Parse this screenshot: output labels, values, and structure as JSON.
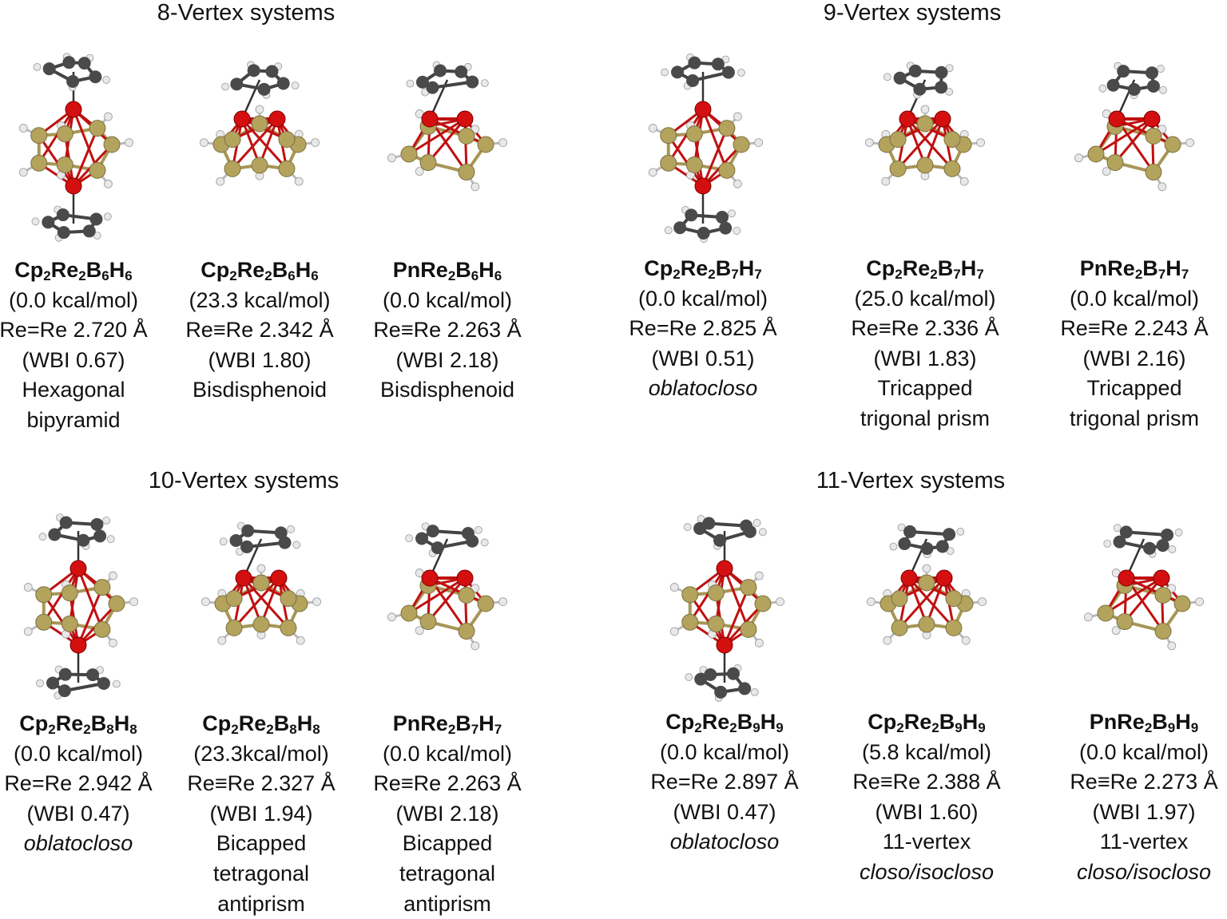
{
  "colors": {
    "rhenium": "#d40f0f",
    "boron": "#b3a35c",
    "carbon": "#4a4a4a",
    "hydrogen": "#e8e8e8",
    "rere_bond": "#c01010",
    "cage_bond": "#a89656"
  },
  "sections": [
    {
      "title": "8-Vertex systems",
      "molecules": [
        {
          "formula": [
            "Cp",
            "2",
            "Re",
            "2",
            "B",
            "6",
            "H",
            "6"
          ],
          "energy": "(0.0 kcal/mol)",
          "bond": "Re=Re  2.720 Å",
          "wbi": "(WBI 0.67)",
          "shape": [
            "Hexagonal",
            "bipyramid"
          ],
          "italic": false
        },
        {
          "formula": [
            "Cp",
            "2",
            "Re",
            "2",
            "B",
            "6",
            "H",
            "6"
          ],
          "energy": "(23.3 kcal/mol)",
          "bond": "Re≡Re  2.342 Å",
          "wbi": "(WBI 1.80)",
          "shape": [
            "Bisdisphenoid"
          ],
          "italic": false
        },
        {
          "formula": [
            "PnRe",
            "2",
            "B",
            "6",
            "H",
            "6"
          ],
          "energy": "(0.0 kcal/mol)",
          "bond": "Re≡Re  2.263 Å",
          "wbi": "(WBI 2.18)",
          "shape": [
            "Bisdisphenoid"
          ],
          "italic": false
        }
      ]
    },
    {
      "title": "9-Vertex systems",
      "molecules": [
        {
          "formula": [
            "Cp",
            "2",
            "Re",
            "2",
            "B",
            "7",
            "H",
            "7"
          ],
          "energy": "(0.0 kcal/mol)",
          "bond": "Re=Re  2.825 Å",
          "wbi": "(WBI 0.51)",
          "shape": [
            "oblatocloso"
          ],
          "italic": true
        },
        {
          "formula": [
            "Cp",
            "2",
            "Re",
            "2",
            "B",
            "7",
            "H",
            "7"
          ],
          "energy": "(25.0 kcal/mol)",
          "bond": "Re≡Re  2.336 Å",
          "wbi": "(WBI 1.83)",
          "shape": [
            "Tricapped",
            "trigonal prism"
          ],
          "italic": false
        },
        {
          "formula": [
            "PnRe",
            "2",
            "B",
            "7",
            "H",
            "7"
          ],
          "energy": "(0.0 kcal/mol)",
          "bond": "Re≡Re  2.243 Å",
          "wbi": "(WBI 2.16)",
          "shape": [
            "Tricapped",
            "trigonal prism"
          ],
          "italic": false
        }
      ]
    },
    {
      "title": "10-Vertex systems",
      "molecules": [
        {
          "formula": [
            "Cp",
            "2",
            "Re",
            "2",
            "B",
            "8",
            "H",
            "8"
          ],
          "energy": "(0.0 kcal/mol)",
          "bond": "Re=Re  2.942 Å",
          "wbi": "(WBI 0.47)",
          "shape": [
            "oblatocloso"
          ],
          "italic": true
        },
        {
          "formula": [
            "Cp",
            "2",
            "Re",
            "2",
            "B",
            "8",
            "H",
            "8"
          ],
          "energy": "(23.3kcal/mol)",
          "bond": "Re≡Re  2.327 Å",
          "wbi": "(WBI 1.94)",
          "shape": [
            "Bicapped",
            "tetragonal",
            "antiprism"
          ],
          "italic": false
        },
        {
          "formula": [
            "PnRe",
            "2",
            "B",
            "7",
            "H",
            "7"
          ],
          "energy": "(0.0 kcal/mol)",
          "bond": "Re≡Re  2.263 Å",
          "wbi": "(WBI 2.18)",
          "shape": [
            "Bicapped",
            "tetragonal",
            "antiprism"
          ],
          "italic": false
        }
      ]
    },
    {
      "title": "11-Vertex systems",
      "molecules": [
        {
          "formula": [
            "Cp",
            "2",
            "Re",
            "2",
            "B",
            "9",
            "H",
            "9"
          ],
          "energy": "(0.0 kcal/mol)",
          "bond": "Re=Re  2.897 Å",
          "wbi": "(WBI 0.47)",
          "shape": [
            "oblatocloso"
          ],
          "italic": true
        },
        {
          "formula": [
            "Cp",
            "2",
            "Re",
            "2",
            "B",
            "9",
            "H",
            "9"
          ],
          "energy": "(5.8 kcal/mol)",
          "bond": "Re≡Re  2.388 Å",
          "wbi": "(WBI 1.60)",
          "shape": [
            "11-vertex",
            "closo/isocloso"
          ],
          "italic": false,
          "italic_line": 1
        },
        {
          "formula": [
            "PnRe",
            "2",
            "B",
            "9",
            "H",
            "9"
          ],
          "energy": "(0.0 kcal/mol)",
          "bond": "Re≡Re  2.273 Å",
          "wbi": "(WBI 1.97)",
          "shape": [
            "11-vertex",
            "closo/isocloso"
          ],
          "italic": false,
          "italic_line": 1
        }
      ]
    }
  ]
}
